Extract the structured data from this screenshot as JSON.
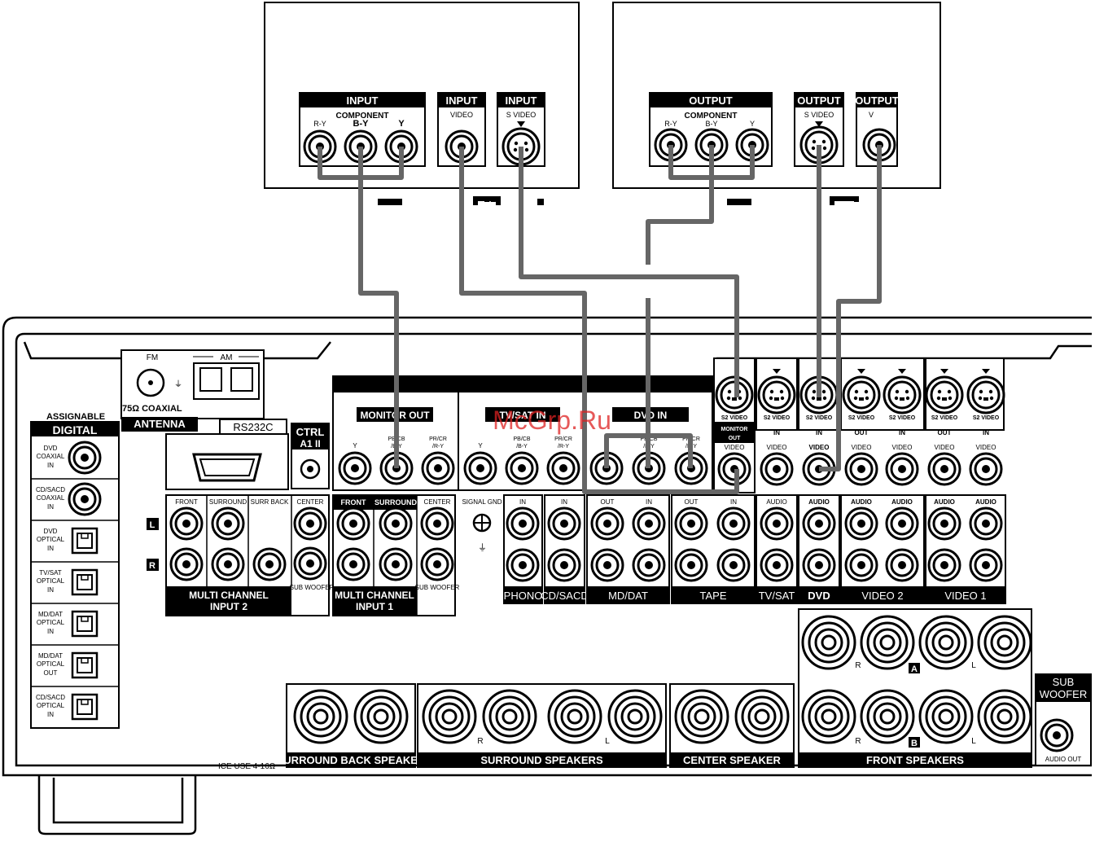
{
  "tv": {
    "input_label": "INPUT",
    "component_label": "COMPONENT",
    "ry": "R-Y",
    "by": "B-Y",
    "y": "Y",
    "video_label": "VIDEO",
    "svideo_label": "S VIDEO"
  },
  "dvd_player": {
    "output_label": "OUTPUT",
    "component_label": "COMPONENT",
    "ry": "R-Y",
    "by": "B-Y",
    "y": "Y",
    "svideo_label": "S VIDEO",
    "v_label": "V"
  },
  "receiver": {
    "antenna": {
      "fm": "FM",
      "am": "AM",
      "coax": "75Ω COAXIAL",
      "label": "ANTENNA"
    },
    "rs232c": "RS232C",
    "ctrl": {
      "line1": "CTRL",
      "line2": "A1 II"
    },
    "assignable": "ASSIGNABLE",
    "digital": "DIGITAL",
    "digital_inputs": [
      {
        "l1": "DVD",
        "l2": "COAXIAL",
        "l3": "IN"
      },
      {
        "l1": "CD/SACD",
        "l2": "COAXIAL",
        "l3": "IN"
      },
      {
        "l1": "DVD",
        "l2": "OPTICAL",
        "l3": "IN"
      },
      {
        "l1": "TV/SAT",
        "l2": "OPTICAL",
        "l3": "IN"
      },
      {
        "l1": "MD/DAT",
        "l2": "OPTICAL",
        "l3": "IN"
      },
      {
        "l1": "MD/DAT",
        "l2": "OPTICAL",
        "l3": "OUT"
      },
      {
        "l1": "CD/SACD",
        "l2": "OPTICAL",
        "l3": "IN"
      }
    ],
    "monitor_out": "MONITOR OUT",
    "tvsat_in": "TV/SAT IN",
    "dvd_in": "DVD IN",
    "comp_y": "Y",
    "comp_pb": "PB/CB /B-Y",
    "comp_pr": "PR/CR /R-Y",
    "signal_gnd": "SIGNAL GND",
    "mc2": {
      "front": "FRONT",
      "surround": "SURROUND",
      "surr_back": "SURR BACK",
      "center": "CENTER",
      "sub": "SUB WOOFER",
      "label1": "MULTI CHANNEL",
      "label2": "INPUT 2"
    },
    "mc1": {
      "front": "FRONT",
      "surround": "SURROUND",
      "center": "CENTER",
      "sub": "SUB WOOFER",
      "label1": "MULTI CHANNEL",
      "label2": "INPUT 1"
    },
    "lr": {
      "l": "L",
      "r": "R"
    },
    "in": "IN",
    "out": "OUT",
    "audio_groups": [
      "PHONO",
      "CD/SACD",
      "MD/DAT",
      "TAPE",
      "TV/SAT",
      "DVD",
      "VIDEO 2",
      "VIDEO 1"
    ],
    "s2video": "S2 VIDEO",
    "monitor_out_small": "MONITOR OUT",
    "video": "VIDEO",
    "audio": "AUDIO",
    "speakers": {
      "surround_back": "SURROUND BACK SPEAKER",
      "surround": "SURROUND SPEAKERS",
      "center": "CENTER SPEAKER",
      "front": "FRONT SPEAKERS",
      "r": "R",
      "l": "L",
      "a": "A",
      "b": "B"
    },
    "impedance": "ICE USE 4-16Ω",
    "subwoofer": {
      "l1": "SUB",
      "l2": "WOOFER",
      "l3": "AUDIO OUT"
    }
  },
  "watermark": "McGrp.Ru"
}
